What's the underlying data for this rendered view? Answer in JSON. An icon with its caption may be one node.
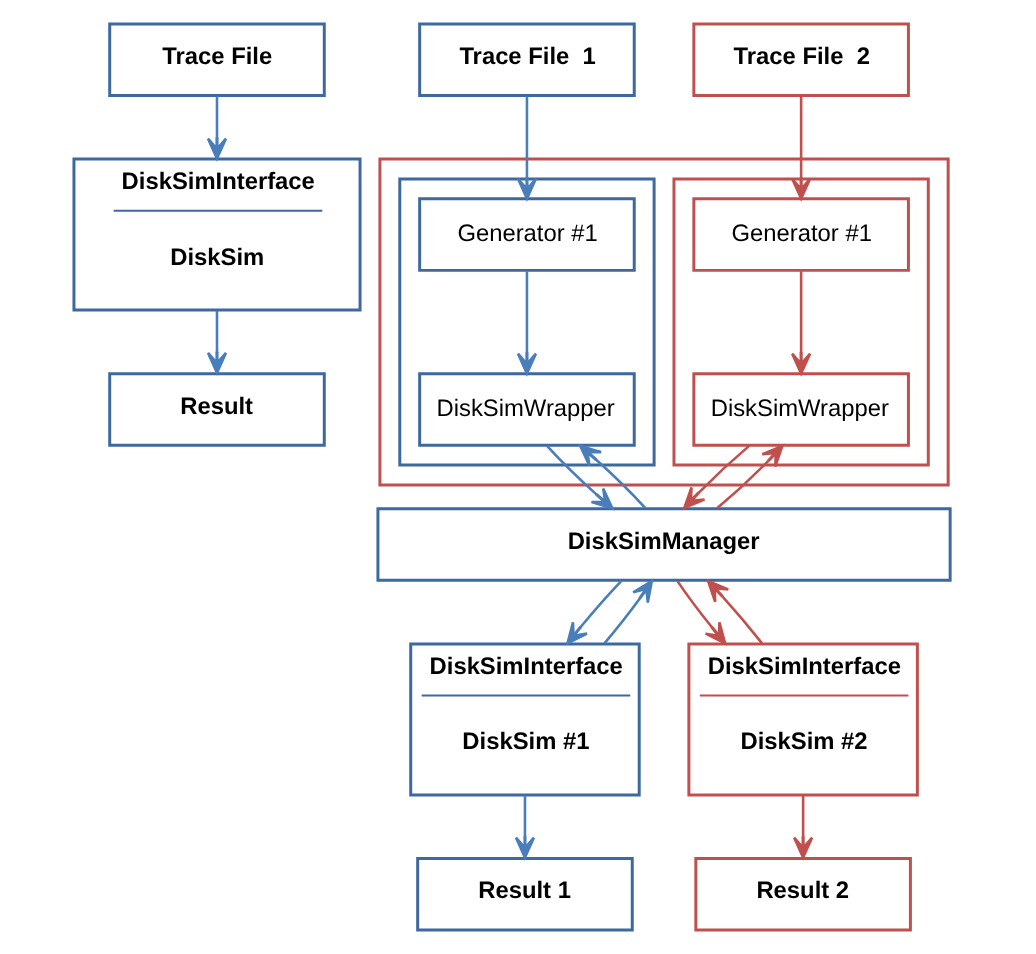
{
  "diagram": {
    "nodes": [
      {
        "text": [
          "Trace File"
        ]
      },
      {
        "text": [
          "DiskSimInterface",
          "DiskSim"
        ]
      },
      {
        "text": [
          "Result"
        ]
      },
      {
        "text": [
          "Trace File  1"
        ]
      },
      {
        "text": [
          "Trace File  2"
        ]
      },
      {
        "text": [],
        "shape": "box"
      },
      {
        "text": [],
        "shape": "box",
        "in": 5
      },
      {
        "text": [
          "Generator #1"
        ],
        "in": 6
      },
      {
        "text": [
          "DiskSimWrapper"
        ],
        "in": 6
      },
      {
        "text": [],
        "shape": "box",
        "in": 5
      },
      {
        "text": [
          "Generator #1"
        ],
        "in": 9
      },
      {
        "text": [
          "DiskSimWrapper"
        ],
        "in": 9
      },
      {
        "text": [
          "DiskSimManager"
        ]
      },
      {
        "text": [
          "DiskSimInterface",
          "DiskSim #1"
        ]
      },
      {
        "text": [
          "DiskSimInterface",
          "DiskSim #2"
        ]
      },
      {
        "text": [
          "Result 1"
        ]
      },
      {
        "text": [
          "Result 2"
        ]
      }
    ],
    "edges": [
      {
        "from": 0,
        "to": 1,
        "arrow": "to"
      },
      {
        "from": 1,
        "to": 2,
        "arrow": "to"
      },
      {
        "from": 3,
        "to": 7,
        "arrow": "to"
      },
      {
        "from": 4,
        "to": 10,
        "arrow": "to",
        "color": "#c0504d"
      },
      {
        "from": 7,
        "to": 8,
        "arrow": "to"
      },
      {
        "from": 10,
        "to": 11,
        "arrow": "to",
        "color": "#c0504d"
      },
      {
        "from": 8,
        "to": 12,
        "arrow": "to"
      },
      {
        "from": 12,
        "to": 8,
        "arrow": "to"
      },
      {
        "from": 11,
        "to": 12,
        "arrow": "to",
        "color": "#c0504d"
      },
      {
        "from": 12,
        "to": 11,
        "arrow": "to",
        "color": "#c0504d"
      },
      {
        "from": 12,
        "to": 13,
        "arrow": "to"
      },
      {
        "from": 13,
        "to": 12,
        "arrow": "to"
      },
      {
        "from": 12,
        "to": 14,
        "arrow": "to",
        "color": "#c0504d"
      },
      {
        "from": 14,
        "to": 12,
        "arrow": "to",
        "color": "#c0504d"
      },
      {
        "from": 13,
        "to": 15,
        "arrow": "to"
      },
      {
        "from": 14,
        "to": 16,
        "arrow": "to",
        "color": "#c0504d"
      }
    ]
  }
}
